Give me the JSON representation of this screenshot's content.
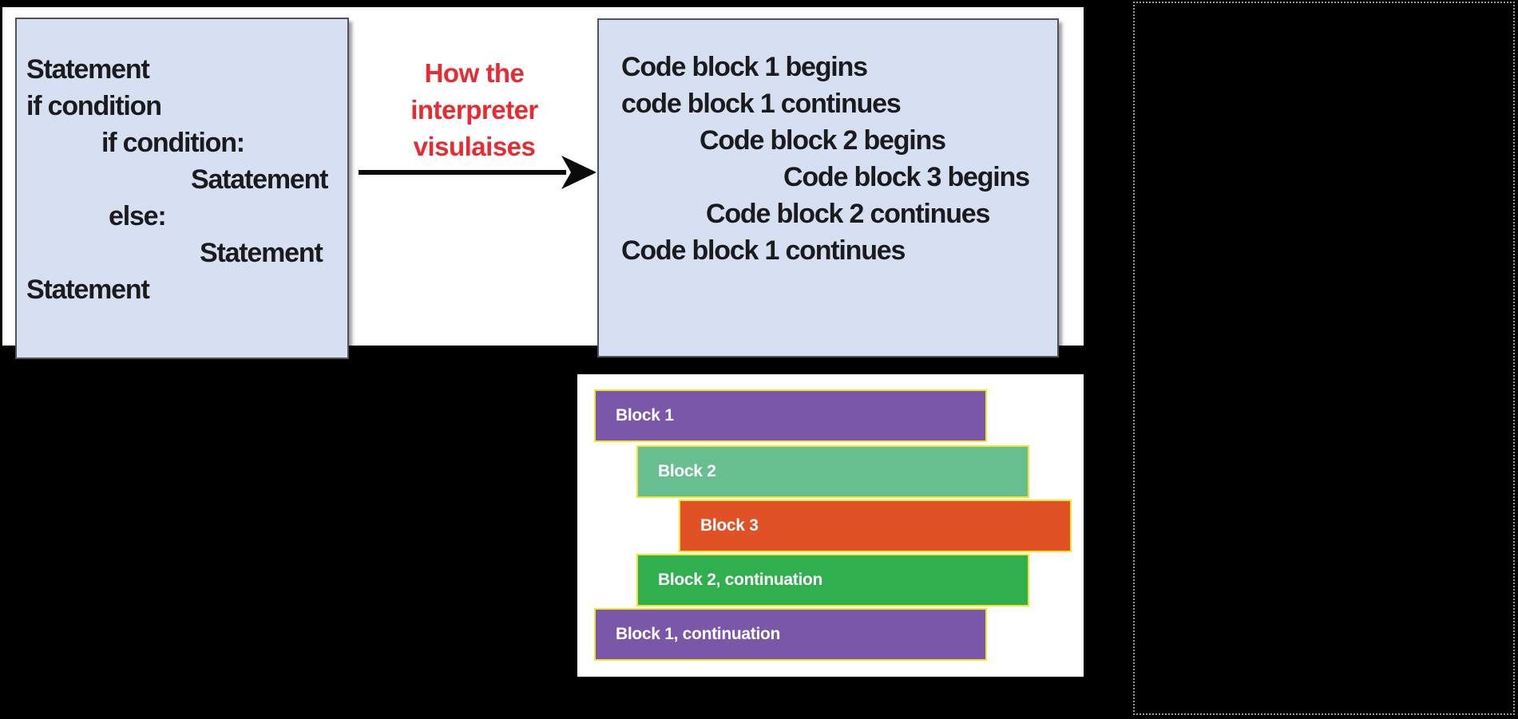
{
  "scene": {
    "background": "#000000"
  },
  "flow": {
    "source_box": {
      "lines": [
        {
          "text": "Statement"
        },
        {
          "text": "if condition"
        },
        {
          "text": "if condition:"
        },
        {
          "text": "Satatement"
        },
        {
          "text": "else:"
        },
        {
          "text": "Statement"
        },
        {
          "text": "Statement"
        }
      ]
    },
    "annotation": {
      "color": "#e92a31",
      "lines": [
        "How the",
        "interpreter",
        "visulaises"
      ]
    },
    "result_box": {
      "lines": [
        {
          "text": "Code block 1 begins"
        },
        {
          "text": "code block 1 continues"
        },
        {
          "text": "Code block 2 begins"
        },
        {
          "text": "Code block 3 begins"
        },
        {
          "text": "Code block 2 continues"
        },
        {
          "text": "Code block 1 continues"
        }
      ]
    }
  },
  "blocks": {
    "border_color": "#f0e530",
    "items": [
      {
        "label": "Block 1",
        "color": "#7a57a8"
      },
      {
        "label": "Block 2",
        "color": "#67bf8f"
      },
      {
        "label": "Block 3",
        "color": "#e05126"
      },
      {
        "label": "Block 2, continuation",
        "color": "#2faf4d"
      },
      {
        "label": "Block 1, continuation",
        "color": "#7a57a8"
      }
    ]
  },
  "selection_box": {
    "border_color": "#9b9b9b"
  }
}
